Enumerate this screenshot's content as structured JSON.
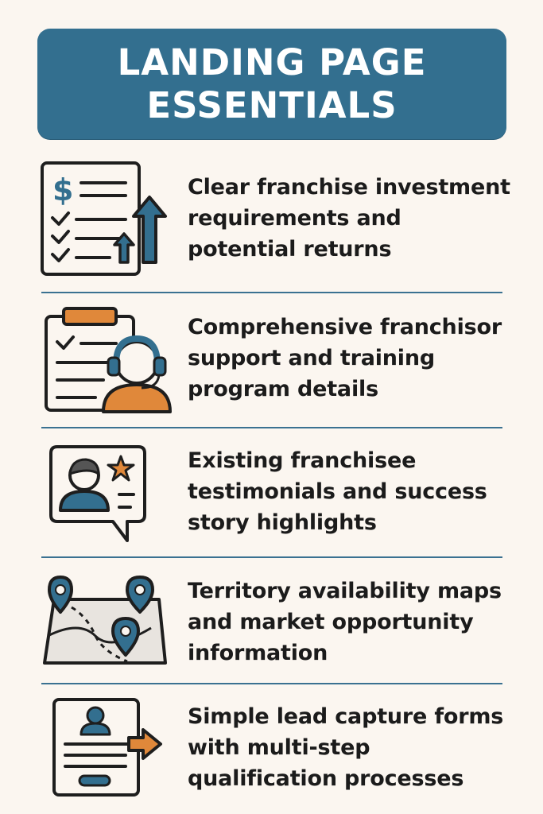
{
  "header": {
    "title": "LANDING PAGE\nESSENTIALS"
  },
  "items": [
    {
      "text": "Clear franchise investment requirements and potential returns",
      "icon": "investment-checklist-icon"
    },
    {
      "text": "Comprehensive franchisor support and training program details",
      "icon": "support-agent-clipboard-icon"
    },
    {
      "text": "Existing franchisee testimonials and success story highlights",
      "icon": "testimonial-chat-icon"
    },
    {
      "text": "Territory availability maps and market opportunity information",
      "icon": "territory-map-icon"
    },
    {
      "text": "Simple lead capture forms with multi-step qualification processes",
      "icon": "lead-form-icon"
    }
  ],
  "colors": {
    "background": "#fbf6f0",
    "banner": "#336f8f",
    "accent_blue": "#3a7191",
    "accent_orange": "#e0883a",
    "text": "#1b1b1b"
  }
}
